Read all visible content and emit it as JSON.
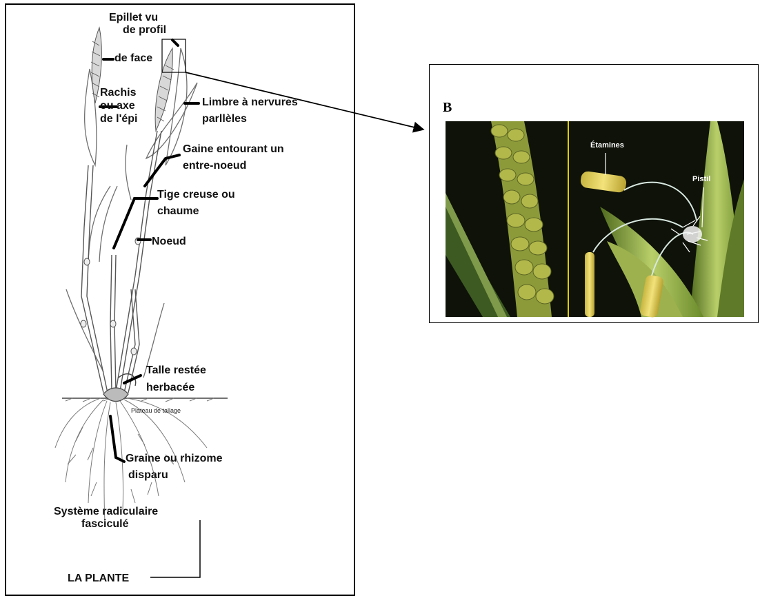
{
  "plant": {
    "labels": {
      "epillet_vu": "Epillet vu",
      "de_profil": "de profil",
      "de_face": "de face",
      "rachis_1": "Rachis",
      "rachis_2": "ou axe",
      "rachis_3": "de l'épi",
      "limbre_1": "Limbre à nervures",
      "limbre_2": "parllèles",
      "gaine_1": "Gaine entourant un",
      "gaine_2": "entre-noeud",
      "tige_1": "Tige creuse ou",
      "tige_2": "chaume",
      "noeud": "Noeud",
      "talle_1": "Talle restée",
      "talle_2": "herbacée",
      "plateau": "Plateau de tallage",
      "graine_1": "Graine ou rhizome",
      "graine_2": "disparu",
      "systeme_1": "Système radiculaire",
      "systeme_2": "fasciculé",
      "la_plante": "LA PLANTE"
    }
  },
  "photo_panel": {
    "letter": "B",
    "etamines": "Étamines",
    "pistil": "Pistil"
  },
  "colors": {
    "line": "#000000",
    "plant_ink": "#6f6f6f",
    "photo_bg": "#0e1208",
    "spike_green": "#b2b84a",
    "leaf_green": "#7e9a3a",
    "divider_yellow": "#e0d000"
  }
}
